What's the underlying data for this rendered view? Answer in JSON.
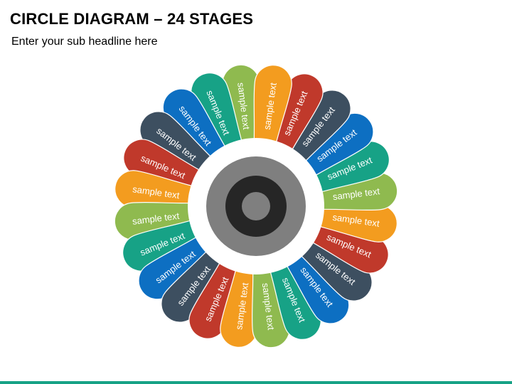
{
  "header": {
    "title": "CIRCLE DIAGRAM – 24 STAGES",
    "subtitle": "Enter your sub headline here"
  },
  "diagram": {
    "stages": [
      {
        "label": "sample text",
        "color": "#f39c1f"
      },
      {
        "label": "sample text",
        "color": "#c0392b"
      },
      {
        "label": "sample text",
        "color": "#3d4f60"
      },
      {
        "label": "sample text",
        "color": "#0d6fc2"
      },
      {
        "label": "sample text",
        "color": "#17a286"
      },
      {
        "label": "sample text",
        "color": "#8fba4f"
      },
      {
        "label": "sample text",
        "color": "#f39c1f"
      },
      {
        "label": "sample text",
        "color": "#c0392b"
      },
      {
        "label": "sample text",
        "color": "#3d4f60"
      },
      {
        "label": "sample text",
        "color": "#0d6fc2"
      },
      {
        "label": "sample text",
        "color": "#17a286"
      },
      {
        "label": "sample text",
        "color": "#8fba4f"
      },
      {
        "label": "sample text",
        "color": "#f39c1f"
      },
      {
        "label": "sample text",
        "color": "#c0392b"
      },
      {
        "label": "sample text",
        "color": "#3d4f60"
      },
      {
        "label": "sample text",
        "color": "#0d6fc2"
      },
      {
        "label": "sample text",
        "color": "#17a286"
      },
      {
        "label": "sample text",
        "color": "#8fba4f"
      },
      {
        "label": "sample text",
        "color": "#f39c1f"
      },
      {
        "label": "sample text",
        "color": "#c0392b"
      },
      {
        "label": "sample text",
        "color": "#3d4f60"
      },
      {
        "label": "sample text",
        "color": "#0d6fc2"
      },
      {
        "label": "sample text",
        "color": "#17a286"
      },
      {
        "label": "sample text",
        "color": "#8fba4f"
      }
    ],
    "center": {
      "outer_color": "#7f7f7f",
      "ring_color": "#262626",
      "core_color": "#7f7f7f",
      "hub_color": "#ffffff"
    }
  },
  "theme": {
    "footer_color": "#17a286"
  }
}
